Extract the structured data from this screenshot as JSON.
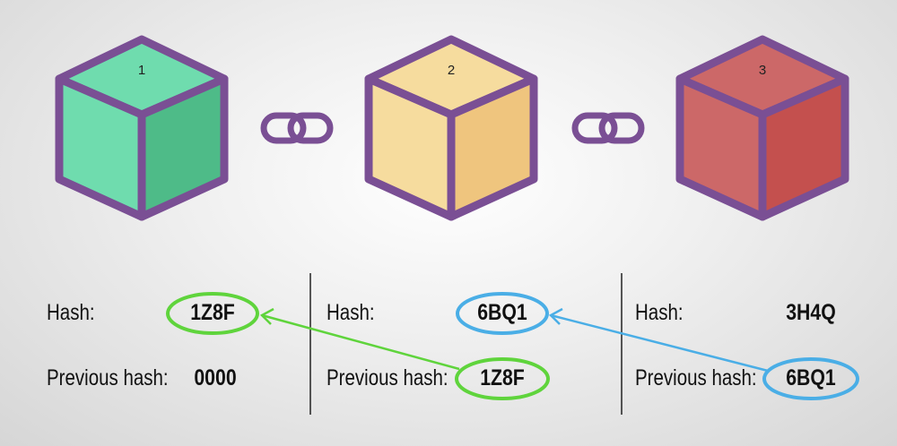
{
  "blocks": [
    {
      "number": "1",
      "hash_label": "Hash:",
      "hash": "1Z8F",
      "prev_label": "Previous hash:",
      "prev_hash": "0000",
      "colors": {
        "top": "#6fdcae",
        "left": "#6fdcae",
        "right": "#4ebb88"
      }
    },
    {
      "number": "2",
      "hash_label": "Hash:",
      "hash": "6BQ1",
      "prev_label": "Previous hash:",
      "prev_hash": "1Z8F",
      "colors": {
        "top": "#f6dc9e",
        "left": "#f6dc9e",
        "right": "#efc57e"
      }
    },
    {
      "number": "3",
      "hash_label": "Hash:",
      "hash": "3H4Q",
      "prev_label": "Previous hash:",
      "prev_hash": "6BQ1",
      "colors": {
        "top": "#cc6868",
        "left": "#cc6868",
        "right": "#c4504e"
      }
    }
  ],
  "colors": {
    "outline": "#7a4f94",
    "green": "#5fd43c",
    "blue": "#4aaee6"
  }
}
